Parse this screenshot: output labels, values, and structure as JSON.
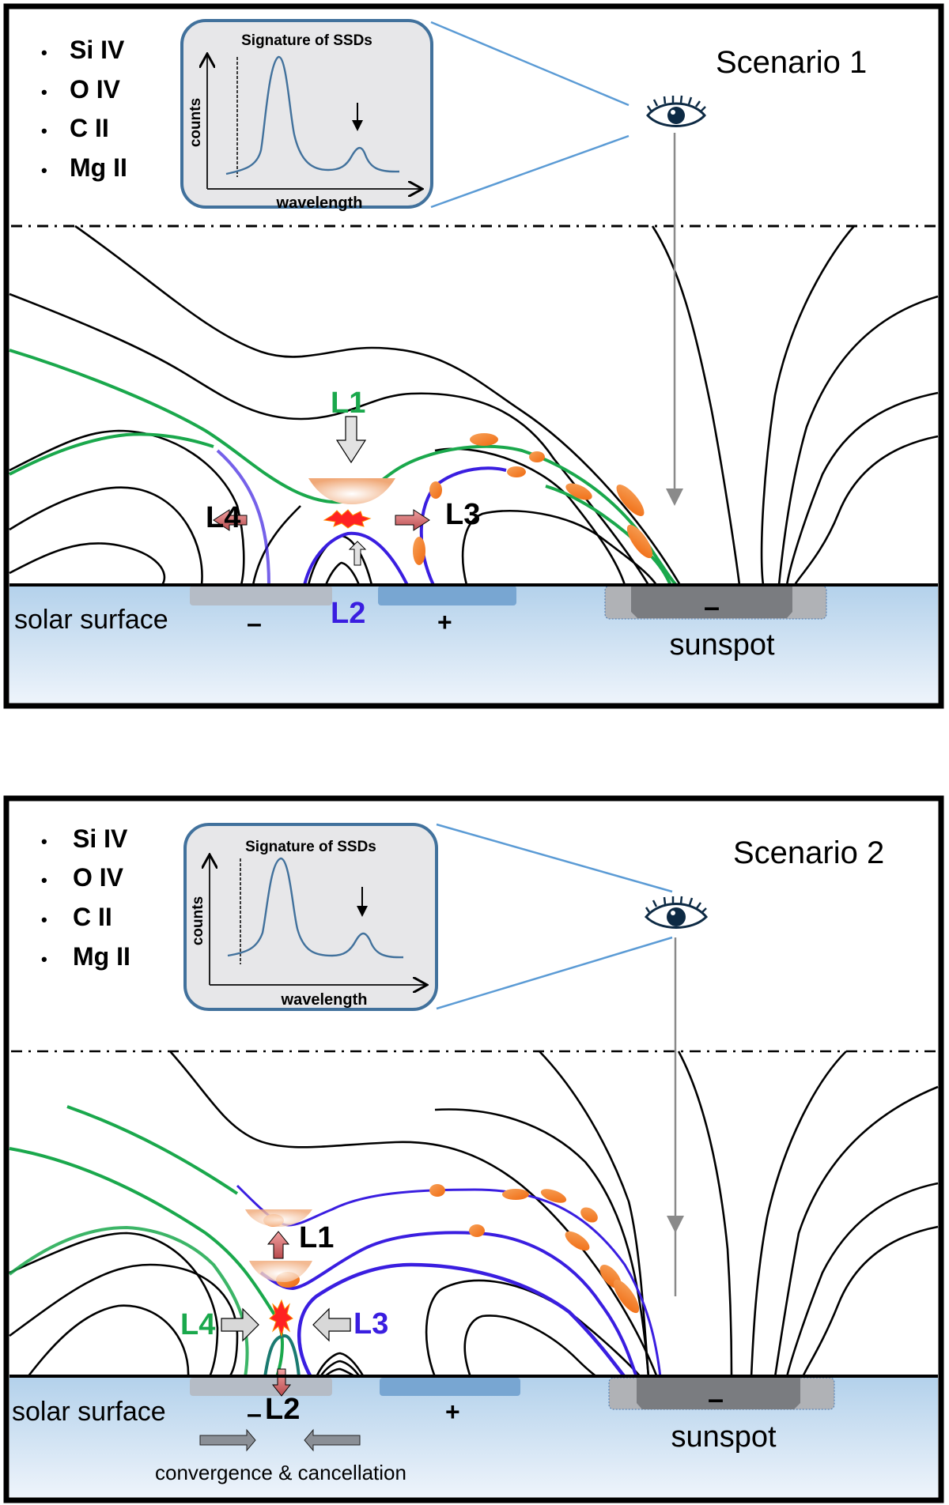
{
  "colors": {
    "green": "#1aa84c",
    "blue": "#3a1ee0",
    "black": "#000000",
    "inset_border": "#41719c",
    "inset_fill": "#e7e7e9",
    "sight_line": "#5b9bd5",
    "eye": "#0d2a44",
    "gray_arrow": "#8a8a8a",
    "orange": "#f07a1e",
    "surface_top": "#b3d1eb",
    "surface_bottom": "#eef4fb",
    "neg_patch": "#b5bcc6",
    "pos_patch": "#78a6d2",
    "sunspot_umbra": "#7a7c80",
    "sunspot_penumbra": "#b0b2b6",
    "red_arrow": "#c9575a"
  },
  "panels": [
    {
      "title": "Scenario 1",
      "lines": [
        "Si IV",
        "O IV",
        "C II",
        "Mg II"
      ],
      "inset": {
        "title": "Signature of SSDs",
        "ylabel": "counts",
        "xlabel": "wavelength"
      },
      "loops": {
        "L1": "L1",
        "L2": "L2",
        "L3": "L3",
        "L4": "L4"
      },
      "surface_label": "solar surface",
      "neg_sign": "–",
      "pos_sign": "+",
      "sunspot_label": "sunspot",
      "sunspot_sign": "–"
    },
    {
      "title": "Scenario 2",
      "lines": [
        "Si IV",
        "O IV",
        "C II",
        "Mg II"
      ],
      "inset": {
        "title": "Signature of SSDs",
        "ylabel": "counts",
        "xlabel": "wavelength"
      },
      "loops": {
        "L1": "L1",
        "L2": "L2",
        "L3": "L3",
        "L4": "L4"
      },
      "surface_label": "solar surface",
      "neg_sign": "–",
      "pos_sign": "+",
      "sunspot_label": "sunspot",
      "sunspot_sign": "–",
      "footnote": "convergence & cancellation"
    }
  ]
}
